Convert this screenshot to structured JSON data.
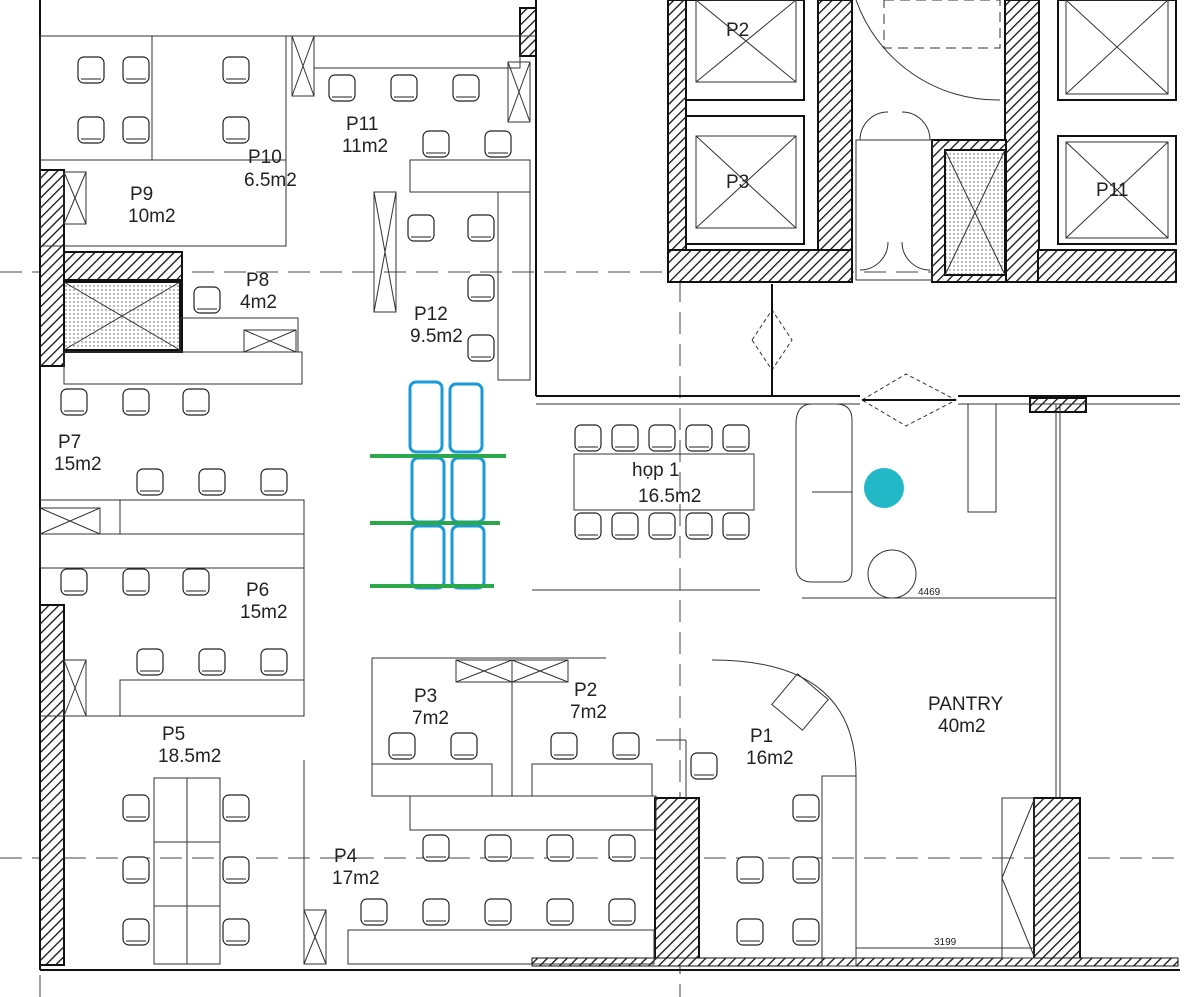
{
  "rooms": [
    {
      "id": "p11-top",
      "name": "P11",
      "area": "11m2"
    },
    {
      "id": "p10",
      "name": "P10",
      "area": "6.5m2"
    },
    {
      "id": "p9",
      "name": "P9",
      "area": "10m2"
    },
    {
      "id": "p8",
      "name": "P8",
      "area": "4m2"
    },
    {
      "id": "p12",
      "name": "P12",
      "area": "9.5m2"
    },
    {
      "id": "p7",
      "name": "P7",
      "area": "15m2"
    },
    {
      "id": "p6",
      "name": "P6",
      "area": "15m2"
    },
    {
      "id": "hop1",
      "name": "họp 1",
      "area": "16.5m2"
    },
    {
      "id": "p5",
      "name": "P5",
      "area": "18.5m2"
    },
    {
      "id": "p3",
      "name": "P3",
      "area": "7m2"
    },
    {
      "id": "p2",
      "name": "P2",
      "area": "7m2"
    },
    {
      "id": "p1",
      "name": "P1",
      "area": "16m2"
    },
    {
      "id": "pantry",
      "name": "PANTRY",
      "area": "40m2"
    },
    {
      "id": "p4",
      "name": "P4",
      "area": "17m2"
    }
  ],
  "elevators": {
    "p2": "P2",
    "p3": "P3",
    "p11": "P11"
  },
  "dimensions": {
    "d1": "4469",
    "d2": "3199"
  },
  "colors": {
    "highlight_blue": "#1a9ad6",
    "highlight_green": "#2aa84a",
    "accent_cyan": "#22b8c8"
  }
}
